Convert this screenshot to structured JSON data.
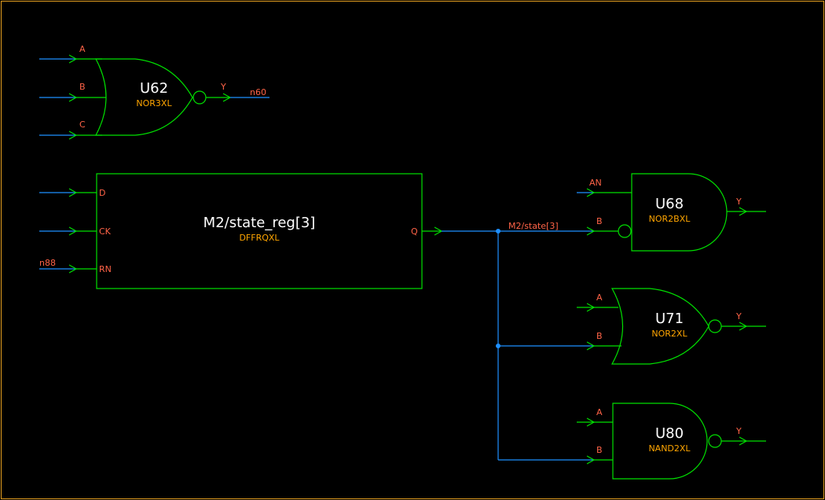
{
  "colors": {
    "background": "#000000",
    "frame": "#e6a020",
    "gate_outline": "#00e000",
    "wire": "#1e90ff",
    "pin_label": "#ff6347",
    "instance_name": "#ffffff",
    "cell_name": "#ffa500"
  },
  "gates": {
    "u62": {
      "name": "U62",
      "cell": "NOR3XL",
      "pins": {
        "a": "A",
        "b": "B",
        "c": "C",
        "y": "Y"
      }
    },
    "reg": {
      "name": "M2/state_reg[3]",
      "cell": "DFFRQXL",
      "pins": {
        "d": "D",
        "ck": "CK",
        "rn": "RN",
        "q": "Q"
      }
    },
    "u68": {
      "name": "U68",
      "cell": "NOR2BXL",
      "pins": {
        "an": "AN",
        "b": "B",
        "y": "Y"
      }
    },
    "u71": {
      "name": "U71",
      "cell": "NOR2XL",
      "pins": {
        "a": "A",
        "b": "B",
        "y": "Y"
      }
    },
    "u80": {
      "name": "U80",
      "cell": "NAND2XL",
      "pins": {
        "a": "A",
        "b": "B",
        "y": "Y"
      }
    }
  },
  "nets": {
    "n60": "n60",
    "n88": "n88",
    "state3": "M2/state[3]"
  }
}
